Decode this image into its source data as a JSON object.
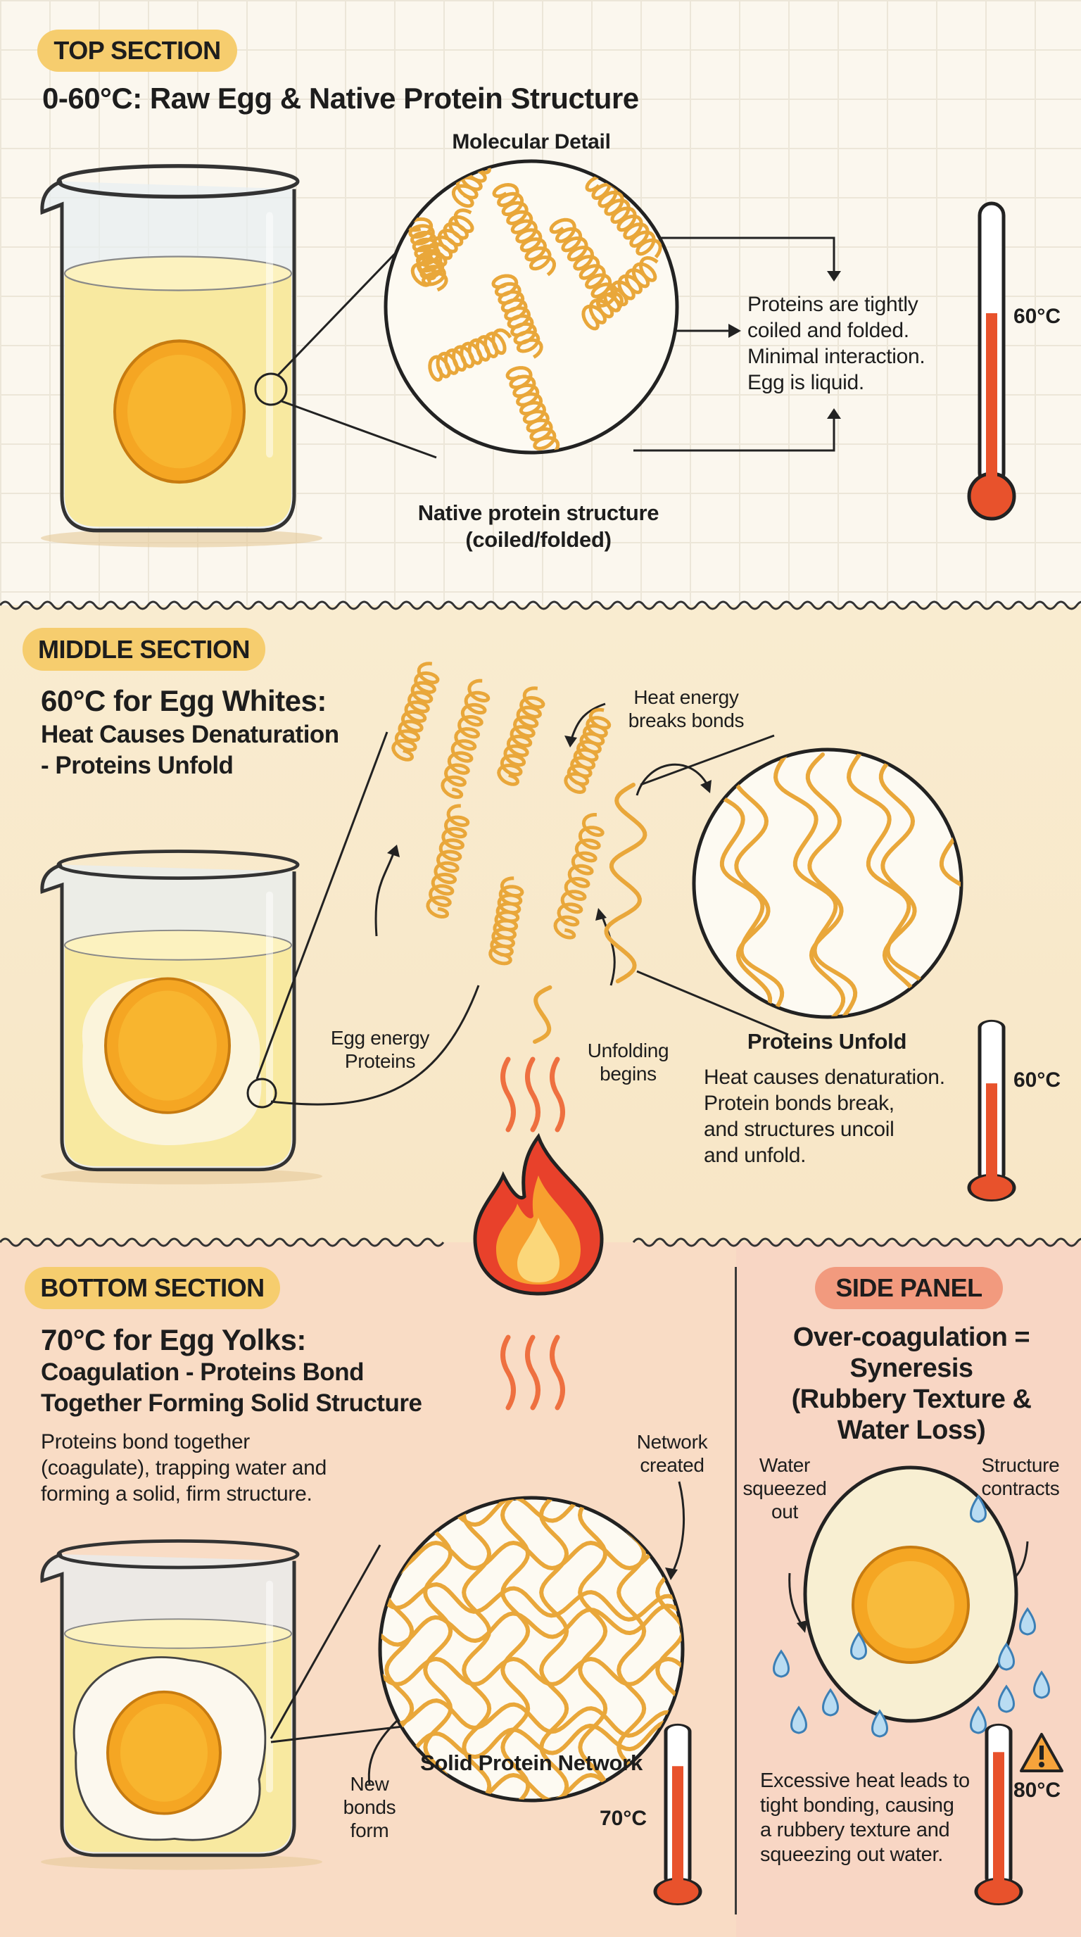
{
  "top": {
    "badge": "TOP SECTION",
    "title": "0-60°C: Raw Egg & Native Protein Structure",
    "molecular_detail": "Molecular Detail",
    "description": [
      "Proteins are tightly",
      "coiled and folded.",
      "Minimal interaction.",
      "Egg is liquid."
    ],
    "structure_label": [
      "Native protein structure",
      "(coiled/folded)"
    ],
    "temperature": "60°C",
    "thermometer_level": 0.6
  },
  "middle": {
    "badge": "MIDDLE SECTION",
    "title": "60°C for Egg Whites:",
    "subtitle": [
      "Heat Causes Denaturation",
      "- Proteins Unfold"
    ],
    "heat_label": [
      "Heat energy",
      "breaks bonds"
    ],
    "egg_label": [
      "Egg energy",
      "Proteins"
    ],
    "unfolding_label": [
      "Unfolding",
      "begins"
    ],
    "unfold_heading": "Proteins Unfold",
    "description": [
      "Heat causes denaturation.",
      "Protein bonds break,",
      "and structures uncoil",
      "and unfold."
    ],
    "temperature": "60°C",
    "thermometer_level": 0.6
  },
  "bottom": {
    "badge": "BOTTOM SECTION",
    "title": "70°C for Egg Yolks:",
    "subtitle": [
      "Coagulation - Proteins Bond",
      "Together Forming Solid Structure"
    ],
    "description": [
      "Proteins bond together",
      "(coagulate), trapping water and",
      "forming a solid, firm structure."
    ],
    "network_label": [
      "Network",
      "created"
    ],
    "network_heading": "Solid Protein Network",
    "bonds_label": [
      "New",
      "bonds",
      "form"
    ],
    "temperature": "70°C",
    "thermometer_level": 0.75
  },
  "side": {
    "badge": "SIDE PANEL",
    "title": [
      "Over-coagulation =",
      "Syneresis",
      "(Rubbery Texture &",
      "Water Loss)"
    ],
    "water_label": [
      "Water",
      "squeezed",
      "out"
    ],
    "structure_label": [
      "Structure",
      "contracts"
    ],
    "description": [
      "Excessive heat leads to",
      "tight bonding, causing",
      "a rubbery texture and",
      "squeezing out water."
    ],
    "temperature": "80°C",
    "thermometer_level": 0.85,
    "warning_icon": "warning-triangle-icon"
  },
  "colors": {
    "protein": "#e9a73a",
    "yolk": "#f5a623",
    "liquid": "#f8e9a0",
    "mercury": "#e8522c",
    "badge_yellow": "#f6cd6e",
    "badge_red": "#f29a7e"
  }
}
